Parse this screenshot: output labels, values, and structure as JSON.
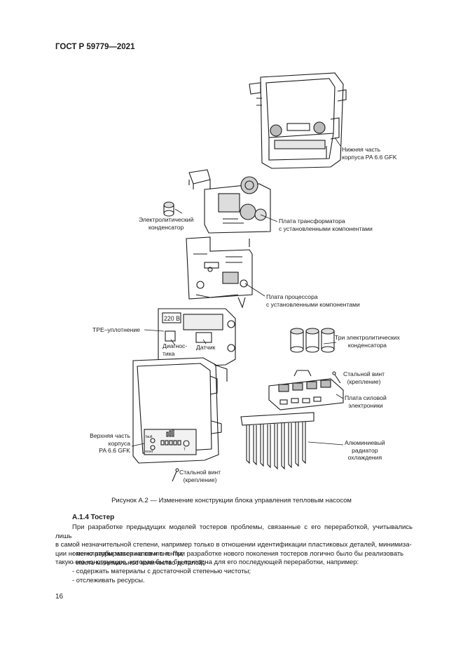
{
  "header": {
    "standard": "ГОСТ Р 59779—2021"
  },
  "figure": {
    "labels": {
      "lower_housing": [
        "Нижняя часть",
        "корпуса PA 6.6 GFK"
      ],
      "electrolytic_capacitor": [
        "Электролитический",
        "конденсатор"
      ],
      "transformer_board": [
        "Плата трансформатора",
        "с установленными компонентами"
      ],
      "processor_board": [
        "Плата процессора",
        "с установленными компонентами"
      ],
      "tpe_seal": "ТРЕ–уплотнение",
      "voltage": "220 В",
      "diagnostics": [
        "Диагнос-",
        "тика"
      ],
      "sensor": "Датчик",
      "three_capacitors": [
        "Три электролитических",
        "конденсатора"
      ],
      "steel_screw_right": [
        "Стальной винт",
        "(крепление)"
      ],
      "power_board": [
        "Плата силовой",
        "электроники"
      ],
      "aluminium_radiator": [
        "Алюминиевый",
        "радиатор",
        "охлаждения"
      ],
      "upper_housing": [
        "Верхняя часть",
        "корпуса",
        "PA 6.6 GFK"
      ],
      "steel_screw_bottom": [
        "Стальной винт",
        "(крепление)"
      ],
      "panel_fault": "fault",
      "panel_reset": "reset",
      "panel_t": "T"
    },
    "caption": "Рисунок А.2 — Изменение конструкции блока управления тепловым насосом"
  },
  "section": {
    "title": "А.1.4 Тостер",
    "paragraph_lines": [
      "При разработке предыдущих моделей тостеров проблемы, связанные с его переработкой, учитывались лишь",
      "в самой незначительной степени, например только в отношении идентификации пластиковых деталей, минимиза-",
      "ции номенклатуры материалов и т. п. При разработке нового поколения тостеров логично было бы реализовать",
      "такую его конструкцию, которая была бы пригодна для его последующей переработки, например:"
    ],
    "bullets": [
      "- легко разбираться на компоненты;",
      "- иметь минимальное количество деталей;",
      "- содержать материалы с достаточной степенью чистоты;",
      "- отслеживать ресурсы."
    ]
  },
  "page_number": "16"
}
